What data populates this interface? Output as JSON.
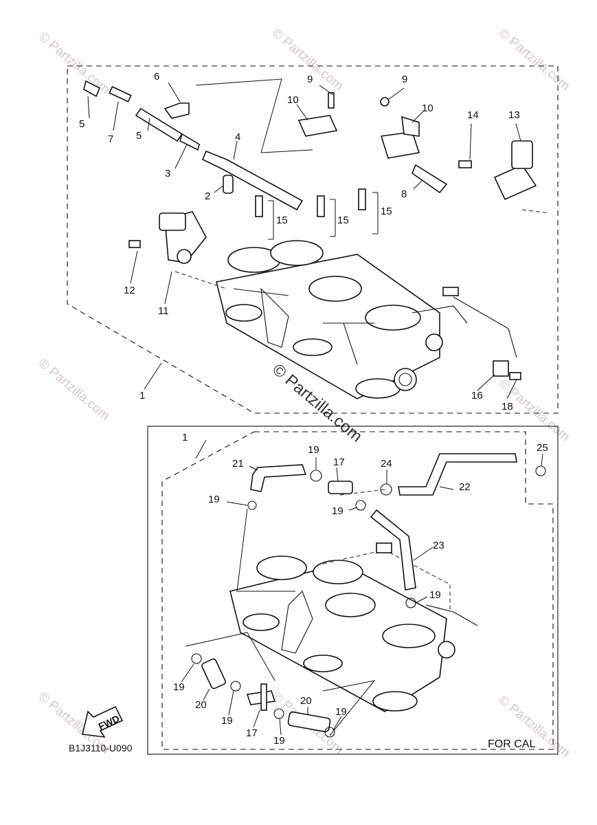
{
  "diagram_code": "B1J3110-U090",
  "variant_label": "FOR CAL",
  "fwd_label": "FWD",
  "copyright_main": "© Partzilla.com",
  "watermark_text": "© Partzilla.com",
  "callouts": {
    "c1a": "1",
    "c2": "2",
    "c3": "3",
    "c4": "4",
    "c5a": "5",
    "c5b": "5",
    "c6": "6",
    "c7": "7",
    "c8": "8",
    "c9a": "9",
    "c9b": "9",
    "c10a": "10",
    "c10b": "10",
    "c11": "11",
    "c12": "12",
    "c13": "13",
    "c14": "14",
    "c15a": "15",
    "c15b": "15",
    "c15c": "15",
    "c16": "16",
    "c18": "18",
    "c1b": "1",
    "c17a": "17",
    "c17b": "17",
    "c19a": "19",
    "c19b": "19",
    "c19c": "19",
    "c19d": "19",
    "c19e": "19",
    "c19f": "19",
    "c19g": "19",
    "c19h": "19",
    "c20a": "20",
    "c20b": "20",
    "c21": "21",
    "c22": "22",
    "c23": "23",
    "c24": "24",
    "c25": "25"
  },
  "colors": {
    "line": "#111111",
    "watermark": "#d9c7c7"
  }
}
